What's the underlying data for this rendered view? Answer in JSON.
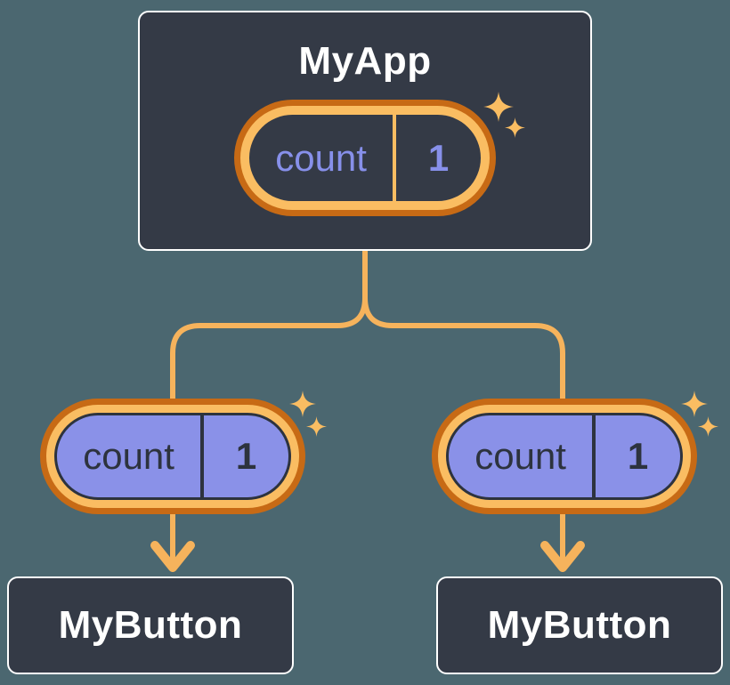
{
  "diagram": {
    "root": {
      "title": "MyApp",
      "pill": {
        "label": "count",
        "value": "1"
      }
    },
    "children": [
      {
        "title": "MyButton",
        "pill": {
          "label": "count",
          "value": "1"
        }
      },
      {
        "title": "MyButton",
        "pill": {
          "label": "count",
          "value": "1"
        }
      }
    ],
    "colors": {
      "page_background": "#4B6770",
      "node_fill": "#343A46",
      "node_border": "#FFFFFF",
      "node_title_text": "#FFFFFF",
      "pill_ring_outer": "#C76A15",
      "pill_ring_inner": "#FABD62",
      "state_pill_fill": "#343A46",
      "state_pill_text": "#8790EA",
      "prop_pill_fill": "#8A91E8",
      "prop_pill_text": "#2D333E",
      "connector_line": "#F6B35C",
      "sparkle": "#FABD62"
    }
  }
}
